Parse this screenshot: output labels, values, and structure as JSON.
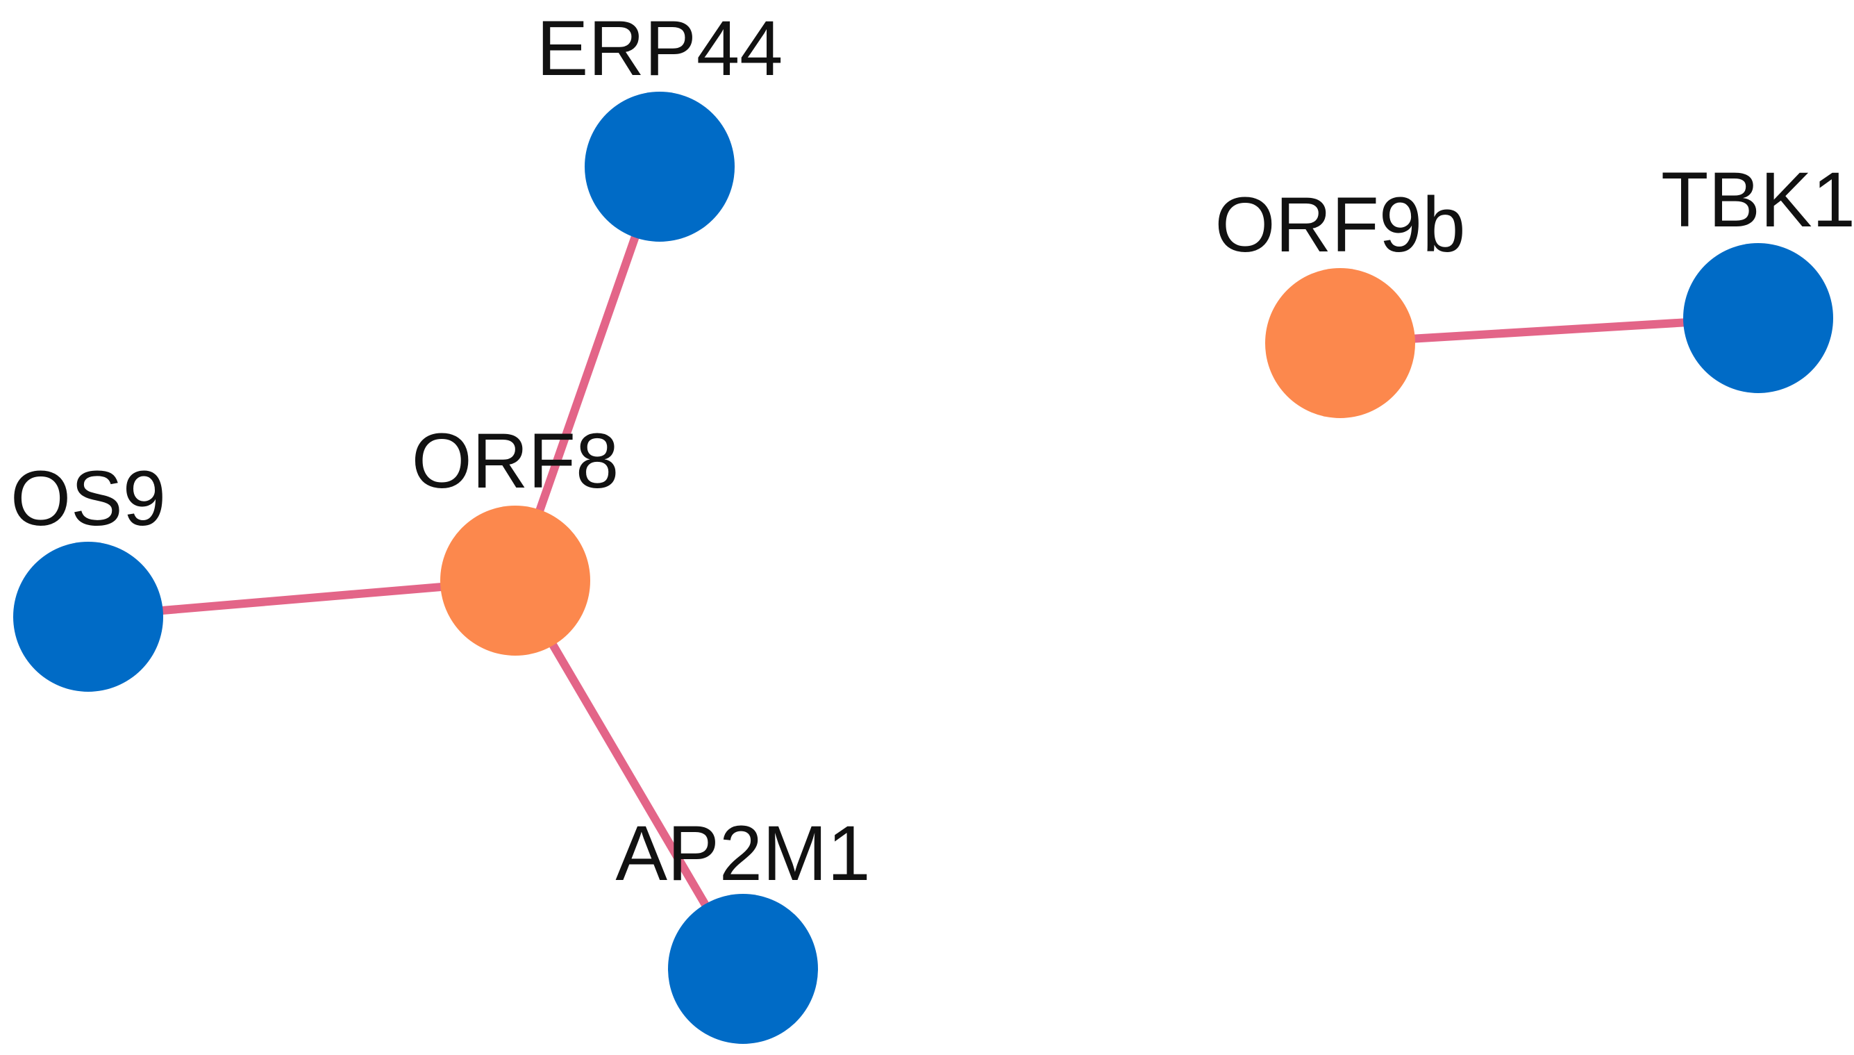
{
  "colors": {
    "viral_protein": "#FC884D",
    "host_protein": "#006BC6",
    "edge": "#E36588"
  },
  "nodes": [
    {
      "id": "ERP44",
      "label": "ERP44",
      "kind": "host_protein"
    },
    {
      "id": "ORF8",
      "label": "ORF8",
      "kind": "viral_protein"
    },
    {
      "id": "OS9",
      "label": "OS9",
      "kind": "host_protein"
    },
    {
      "id": "AP2M1",
      "label": "AP2M1",
      "kind": "host_protein"
    },
    {
      "id": "ORF9b",
      "label": "ORF9b",
      "kind": "viral_protein"
    },
    {
      "id": "TBK1",
      "label": "TBK1",
      "kind": "host_protein"
    }
  ],
  "edges": [
    {
      "source": "ORF8",
      "target": "ERP44"
    },
    {
      "source": "ORF8",
      "target": "OS9"
    },
    {
      "source": "ORF8",
      "target": "AP2M1"
    },
    {
      "source": "ORF9b",
      "target": "TBK1"
    }
  ]
}
